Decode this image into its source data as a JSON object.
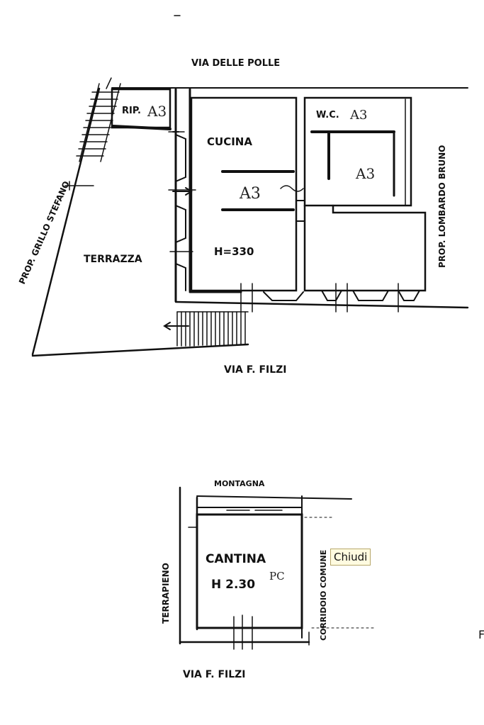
{
  "plan_upper": {
    "street_top": "VIA DELLE POLLE",
    "street_bottom": "VIA F. FILZI",
    "left_property": "PROP. GRILLO STEFANO",
    "right_property": "PROP. LOMBARDO BRUNO",
    "terrace": "TERRAZZA",
    "storage": "RIP.",
    "storage_tag": "A3",
    "kitchen": "CUCINA",
    "wc": "W.C.",
    "wc_tag": "A3",
    "room_tag_center": "A3",
    "room_tag_right": "A3",
    "height": "H=330"
  },
  "plan_lower": {
    "top_label": "MONTAGNA",
    "left_label": "TERRAPIENO",
    "right_label": "CORRIDOIO COMUNE",
    "cellar": "CANTINA",
    "height": "H 2.30",
    "floor_tag": "PC",
    "street_bottom": "VIA F. FILZI"
  },
  "tooltip": {
    "label": "Chiudi"
  },
  "edge_fragment": "F"
}
